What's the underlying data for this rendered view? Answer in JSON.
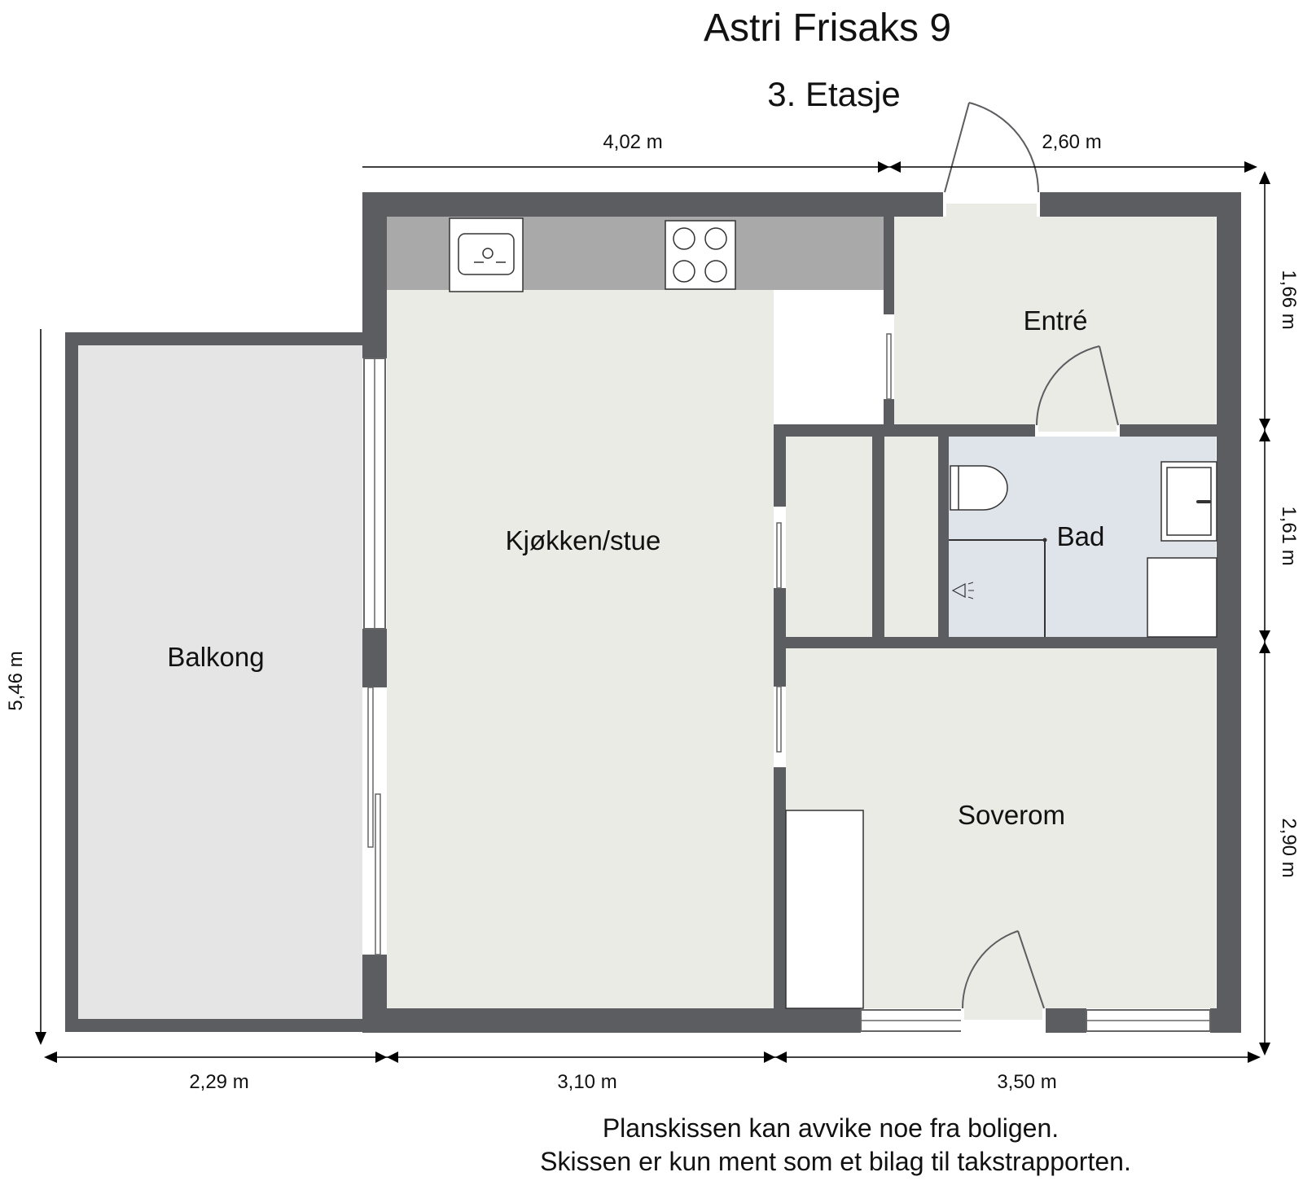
{
  "title": "Astri Frisaks 9",
  "floor": "3. Etasje",
  "rooms": {
    "kitchen": "Kjøkken/stue",
    "entrance": "Entré",
    "bath": "Bad",
    "bedroom": "Soverom",
    "balcony": "Balkong"
  },
  "dimensions": {
    "top_left": "4,02 m",
    "top_right": "2,60 m",
    "bottom_1": "2,29 m",
    "bottom_2": "3,10 m",
    "bottom_3": "3,50 m",
    "left": "5,46 m",
    "right_1": "1,66 m",
    "right_2": "1,61 m",
    "right_3": "2,90 m"
  },
  "disclaimer": {
    "line1": "Planskissen kan avvike noe fra boligen.",
    "line2": "Skissen er kun ment som et bilag til takstrapporten."
  },
  "colors": {
    "wall": "#5b5d60",
    "floor": "#ebebe5",
    "balcony": "#e5e5e5",
    "bath": "#dfe3ea",
    "counter": "#a9a9a9"
  }
}
